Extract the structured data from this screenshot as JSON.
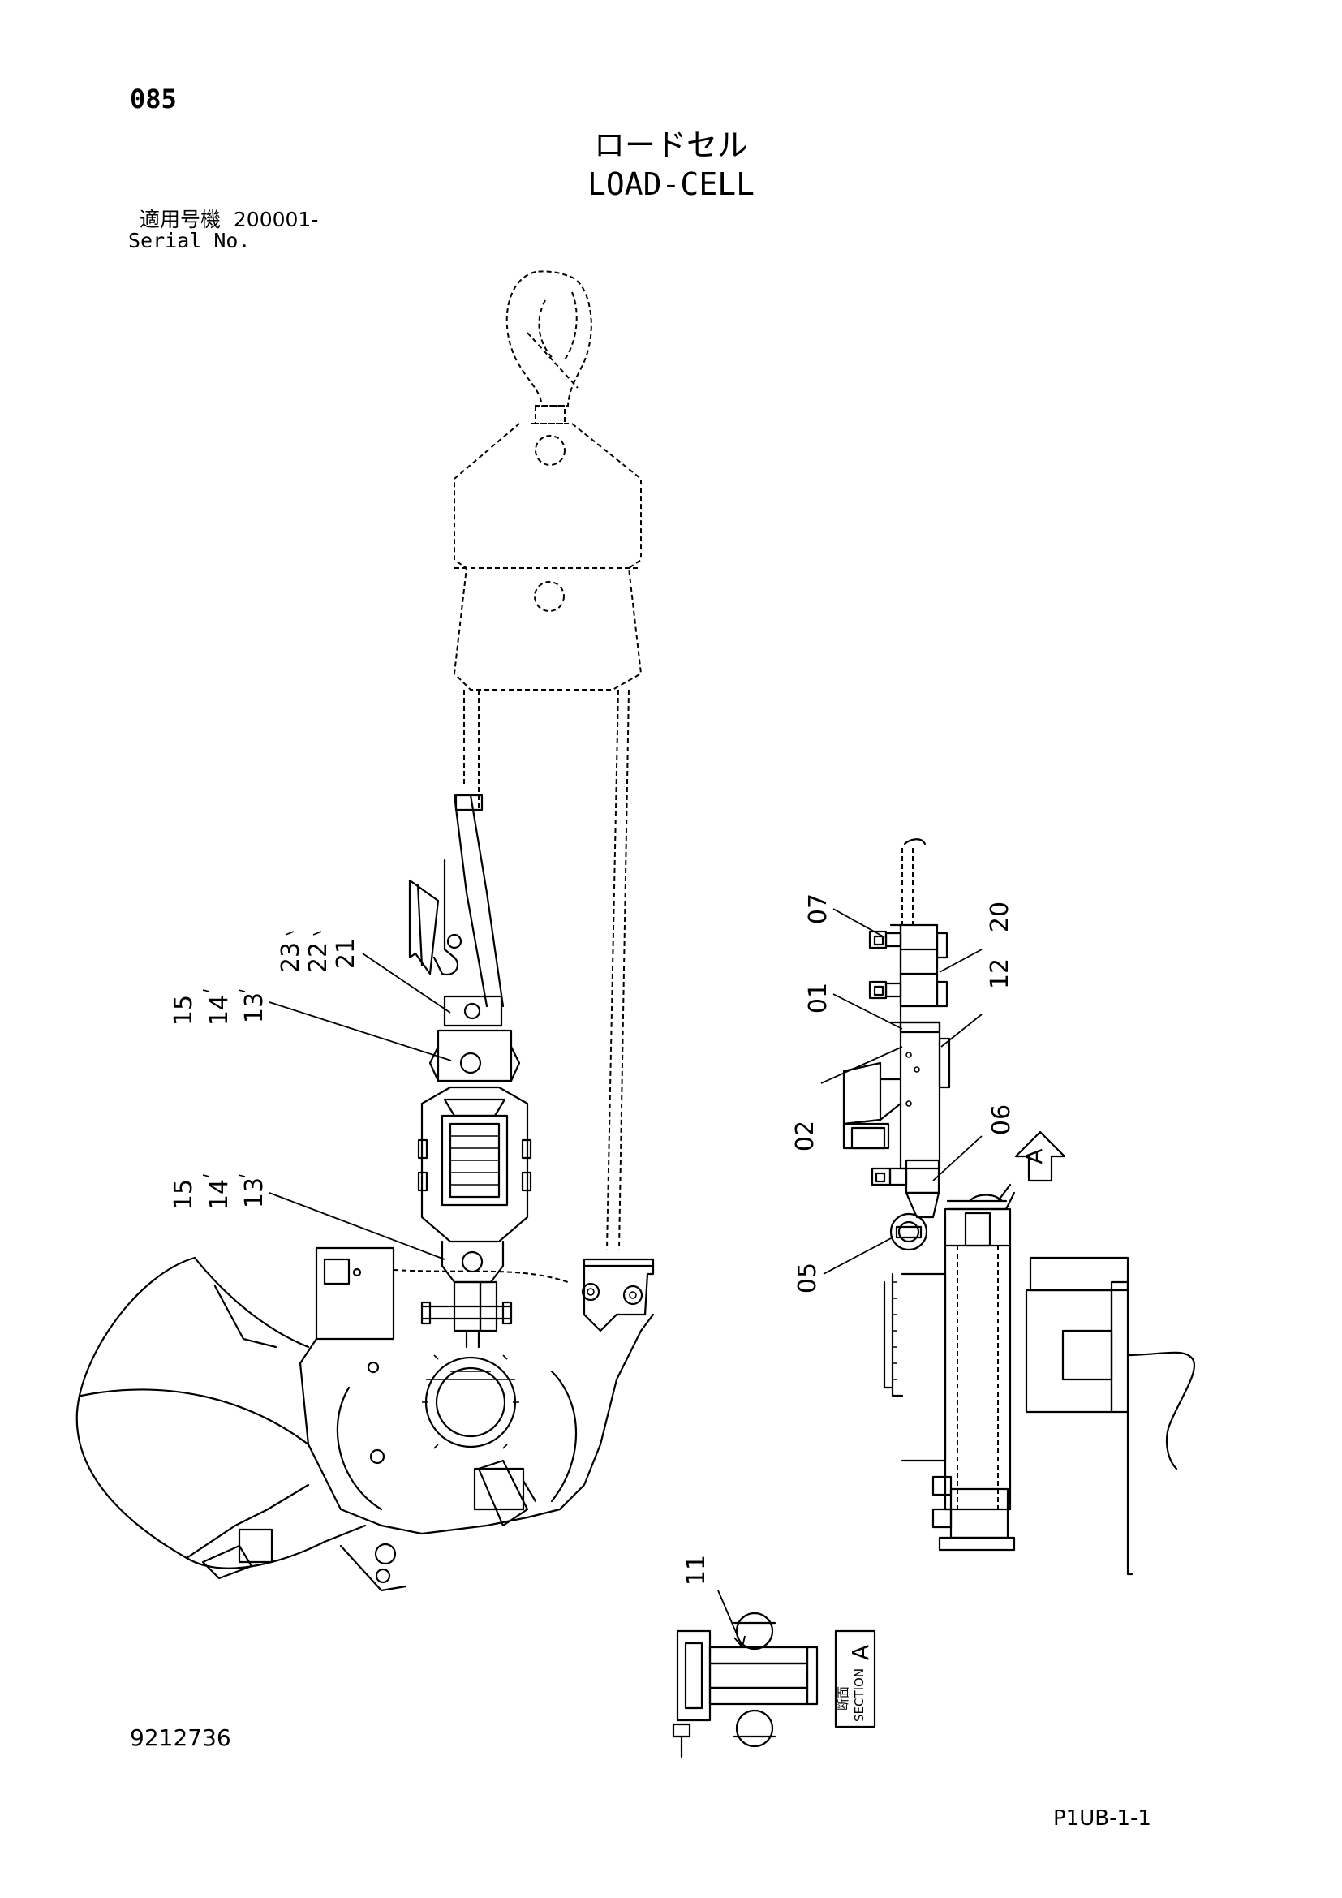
{
  "header": {
    "page_number": "085",
    "title_jp": "ロードセル",
    "title_en": "LOAD-CELL",
    "serial_jp": "適用号機  200001-",
    "serial_en": "Serial No."
  },
  "footer": {
    "drawing_number": "9212736",
    "sheet_code": "P1UB-1-1"
  },
  "callouts": {
    "c23": "23",
    "c22": "22",
    "c21": "21",
    "c15a": "15",
    "c14a": "14",
    "c13a": "13",
    "c15b": "15",
    "c14b": "14",
    "c13b": "13",
    "c07": "07",
    "c20": "20",
    "c01": "01",
    "c12": "12",
    "c02": "02",
    "c06": "06",
    "c05": "05",
    "c11": "11",
    "arrow_a": "A"
  },
  "section_label": {
    "jp": "断面",
    "en": "SECTION",
    "letter": "A"
  }
}
